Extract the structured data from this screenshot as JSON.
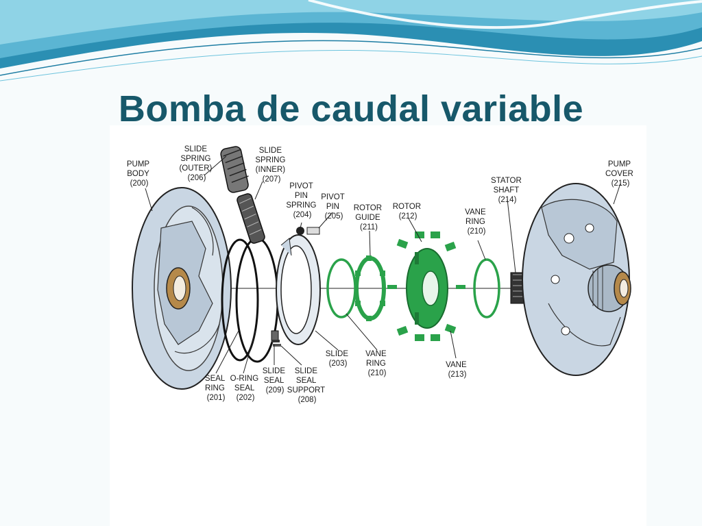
{
  "slide": {
    "title": "Bomba de caudal variable"
  },
  "colors": {
    "title": "#17586a",
    "wave_dark": "#2b8fb3",
    "wave_light": "#8fd3e6",
    "metal": "#c9d6e3",
    "green_parts": "#2aa24a",
    "outline": "#222222",
    "bushing": "#b5894a"
  },
  "diagram": {
    "parts": [
      {
        "id": "pump-body",
        "lines": [
          "PUMP",
          "BODY",
          "(200)"
        ]
      },
      {
        "id": "slide-spring-outer",
        "lines": [
          "SLIDE",
          "SPRING",
          "(OUTER)",
          "(206)"
        ]
      },
      {
        "id": "slide-spring-inner",
        "lines": [
          "SLIDE",
          "SPRING",
          "(INNER)",
          "(207)"
        ]
      },
      {
        "id": "pivot-pin-spring",
        "lines": [
          "PIVOT",
          "PIN",
          "SPRING",
          "(204)"
        ]
      },
      {
        "id": "pivot-pin",
        "lines": [
          "PIVOT",
          "PIN",
          "(205)"
        ]
      },
      {
        "id": "rotor-guide",
        "lines": [
          "ROTOR",
          "GUIDE",
          "(211)"
        ]
      },
      {
        "id": "rotor",
        "lines": [
          "ROTOR",
          "(212)"
        ]
      },
      {
        "id": "vane-ring-top",
        "lines": [
          "VANE",
          "RING",
          "(210)"
        ]
      },
      {
        "id": "stator-shaft",
        "lines": [
          "STATOR",
          "SHAFT",
          "(214)"
        ]
      },
      {
        "id": "pump-cover",
        "lines": [
          "PUMP",
          "COVER",
          "(215)"
        ]
      },
      {
        "id": "seal-ring",
        "lines": [
          "SEAL",
          "RING",
          "(201)"
        ]
      },
      {
        "id": "o-ring-seal",
        "lines": [
          "O-RING",
          "SEAL",
          "(202)"
        ]
      },
      {
        "id": "slide-seal",
        "lines": [
          "SLIDE",
          "SEAL",
          "(209)"
        ]
      },
      {
        "id": "slide-seal-support",
        "lines": [
          "SLIDE",
          "SEAL",
          "SUPPORT",
          "(208)"
        ]
      },
      {
        "id": "slide",
        "lines": [
          "SLIDE",
          "(203)"
        ]
      },
      {
        "id": "vane-ring-bottom",
        "lines": [
          "VANE",
          "RING",
          "(210)"
        ]
      },
      {
        "id": "vane",
        "lines": [
          "VANE",
          "(213)"
        ]
      }
    ]
  }
}
